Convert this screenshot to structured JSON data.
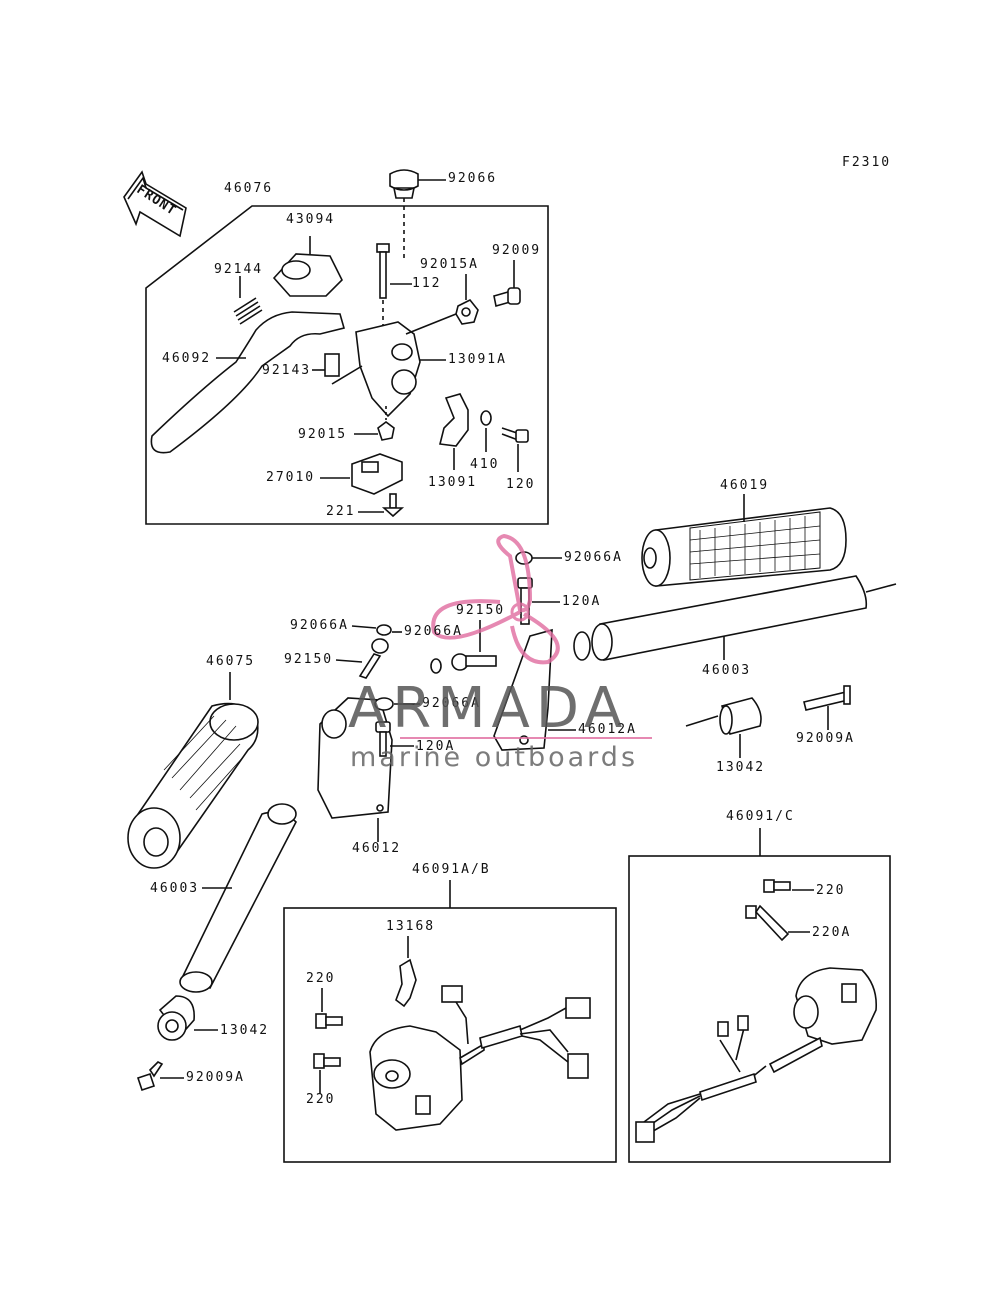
{
  "figure_code": "F2310",
  "front_label": "FRONT",
  "watermark": {
    "brand": "ARMADA",
    "tagline": "marine outboards",
    "accent": "#e06c9f"
  },
  "parts": {
    "p46076": "46076",
    "p43094": "43094",
    "p92066": "92066",
    "p92144": "92144",
    "p112": "112",
    "p92015A": "92015A",
    "p92009": "92009",
    "p46092": "46092",
    "p92143": "92143",
    "p13091A": "13091A",
    "p92015": "92015",
    "p410": "410",
    "p120": "120",
    "p13091": "13091",
    "p27010": "27010",
    "p221": "221",
    "p46019": "46019",
    "p92066A_1": "92066A",
    "p120A_1": "120A",
    "p92150_1": "92150",
    "p92066A_2": "92066A",
    "p92066A_3": "92066A",
    "p92150_2": "92150",
    "p46075": "46075",
    "p92066A_4": "92066A",
    "p120A_2": "120A",
    "p46012A": "46012A",
    "p46003_1": "46003",
    "p13042_1": "13042",
    "p92009A_1": "92009A",
    "p46012": "46012",
    "p46091C": "46091/C",
    "p46003_2": "46003",
    "p46091AB": "46091A/B",
    "p13168": "13168",
    "p220_1": "220",
    "p220A": "220A",
    "p220_2": "220",
    "p220_3": "220",
    "p13042_2": "13042",
    "p92009A_2": "92009A"
  }
}
